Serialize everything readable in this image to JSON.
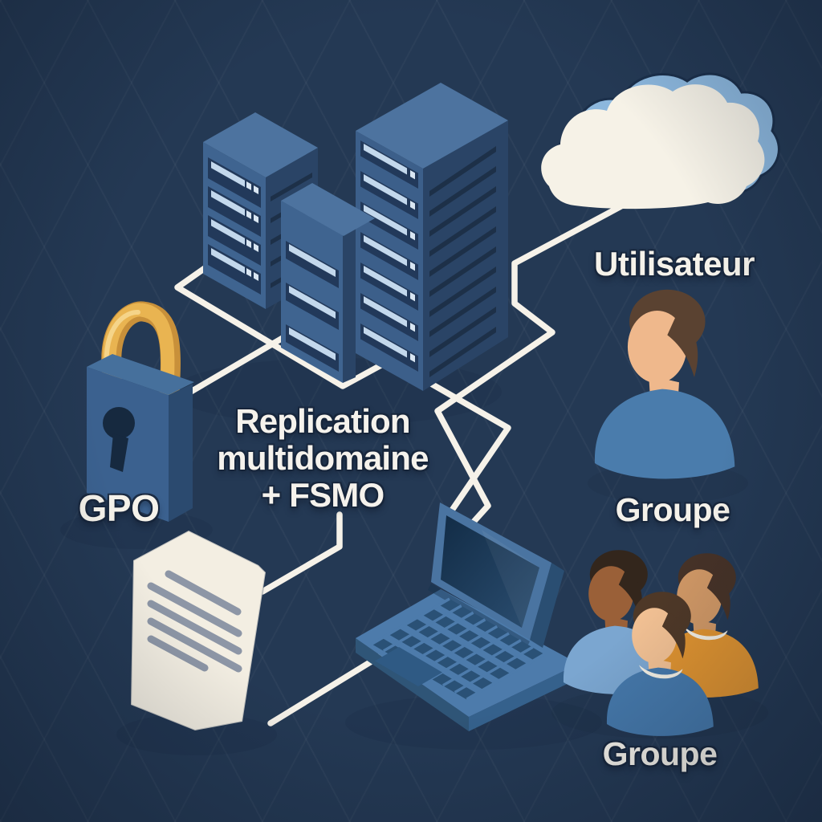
{
  "scene": {
    "background_color": "#243954",
    "connector_color": "#f6f2e9",
    "center_caption": {
      "lines": [
        "Replication",
        "multidomaine",
        "+ FSMO"
      ]
    },
    "labels": {
      "gpo": "GPO",
      "utilisateur": "Utilisateur",
      "groupe_middle": "Groupe",
      "groupe_bottom": "Groupe"
    },
    "nodes": [
      {
        "icon": "server-cluster-icon",
        "meaning": "domain controller servers"
      },
      {
        "icon": "cloud-icon",
        "meaning": "cloud network"
      },
      {
        "icon": "padlock-icon",
        "meaning": "GPO security policy"
      },
      {
        "icon": "document-icon",
        "meaning": "policy document"
      },
      {
        "icon": "laptop-icon",
        "meaning": "client computer"
      },
      {
        "icon": "user-icon",
        "meaning": "Utilisateur"
      },
      {
        "icon": "user-group-icon",
        "meaning": "Groupe"
      }
    ],
    "palette": {
      "server_front": "#3c5f8a",
      "server_side": "#2a4466",
      "server_top": "#4d739f",
      "slot_bar": "#c3d8ec",
      "cloud_front": "#f6f2e7",
      "cloud_back": "#8cb7dd",
      "lock_gold": "#e9b451",
      "shirt_blue": "#4578aa",
      "shirt_light_blue": "#7ba6d0",
      "shirt_orange": "#df9330",
      "document_paper": "#f3eee2"
    }
  }
}
